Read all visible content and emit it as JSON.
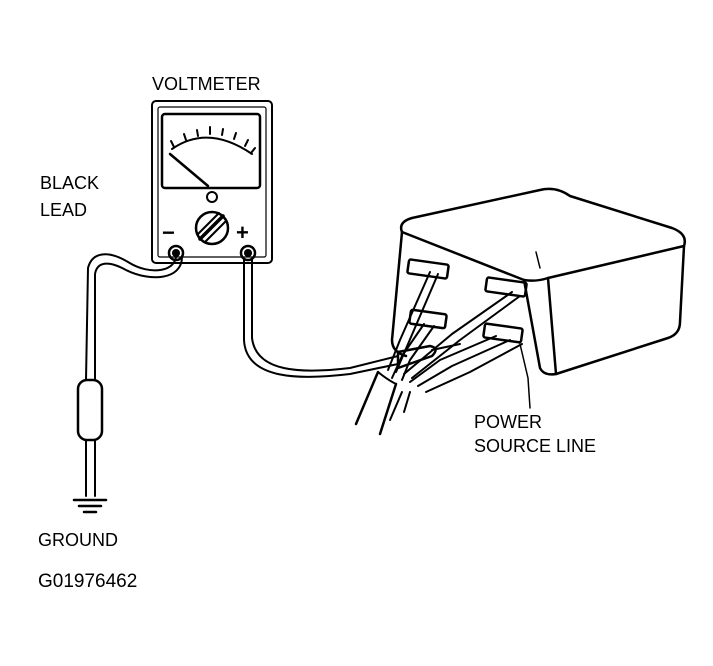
{
  "labels": {
    "voltmeter": "VOLTMETER",
    "black_lead_line1": "BLACK",
    "black_lead_line2": "LEAD",
    "power_source_line1": "POWER",
    "power_source_line2": "SOURCE LINE",
    "ground": "GROUND",
    "figure_id": "G01976462"
  },
  "meter": {
    "minus_symbol": "−",
    "plus_symbol": "+"
  },
  "colors": {
    "ink": "#000000",
    "paper": "#ffffff"
  }
}
